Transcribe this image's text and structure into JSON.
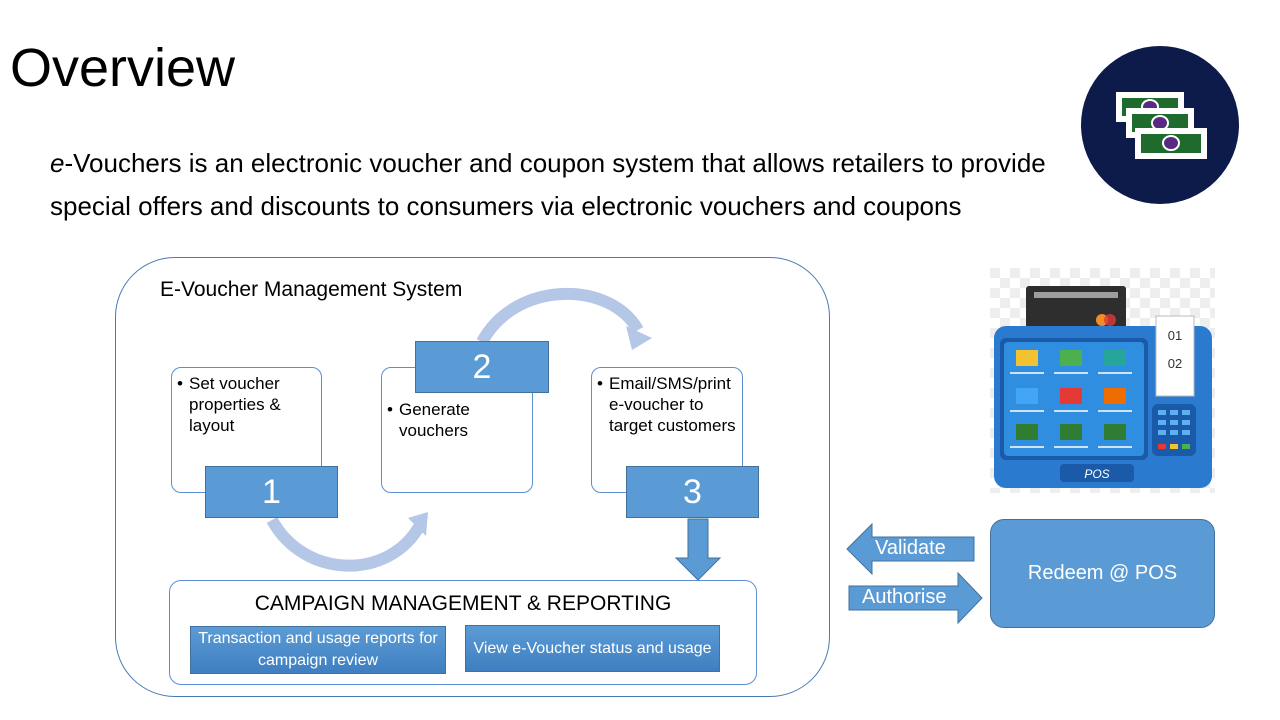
{
  "slide": {
    "title": "Overview",
    "intro_italic": "e",
    "intro_rest": "-Vouchers is an electronic voucher and coupon system that allows retailers to provide special offers and discounts to consumers via electronic vouchers and coupons"
  },
  "system": {
    "title": "E-Voucher Management System",
    "steps": [
      {
        "number": "1",
        "text": "Set voucher properties & layout"
      },
      {
        "number": "2",
        "text": "Generate vouchers"
      },
      {
        "number": "3",
        "text": "Email/SMS/print e-voucher to target customers"
      }
    ],
    "campaign": {
      "title": "CAMPAIGN MANAGEMENT & REPORTING",
      "reports": [
        {
          "label": "Transaction and usage reports for campaign review"
        },
        {
          "label": "View e-Voucher status and usage"
        }
      ]
    }
  },
  "pos": {
    "arrows": {
      "validate": "Validate",
      "authorise": "Authorise"
    },
    "redeem_label": "Redeem @ POS",
    "terminal_label": "POS",
    "ticket_numbers": [
      "01",
      "02"
    ]
  },
  "colors": {
    "accent": "#5b9bd5",
    "border": "#41719c",
    "navy": "#0d1b4a",
    "arrow_light": "#b4c7e7"
  },
  "icons": {
    "logo": "banknotes-icon",
    "pos": "pos-terminal-icon"
  }
}
